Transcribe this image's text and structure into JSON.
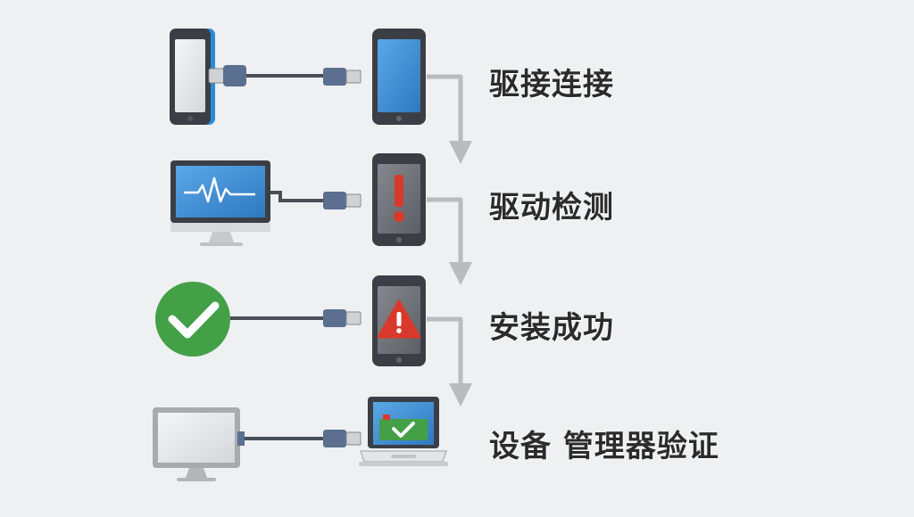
{
  "steps": [
    {
      "label": "驱接连接",
      "left_icon": "smartphone-blue-icon",
      "right_icon": "smartphone-blank-icon"
    },
    {
      "label": "驱动检测",
      "left_icon": "monitor-heartbeat-icon",
      "right_icon": "smartphone-exclamation-icon"
    },
    {
      "label": "安装成功",
      "left_icon": "green-checkmark-circle-icon",
      "right_icon": "smartphone-warning-triangle-icon"
    },
    {
      "label": "设备 管理器验证",
      "left_icon": "monitor-blank-icon",
      "right_icon": "laptop-check-icon"
    }
  ],
  "colors": {
    "background": "#eef0f2",
    "cable": "#4a4f57",
    "usb_plug": "#5b6f90",
    "phone_body": "#3b3f45",
    "screen_blue": "#3f8fd1",
    "screen_gray": "#6d7176",
    "alert_red": "#d9392b",
    "check_green": "#43a047",
    "arrow_gray": "#b9bcbf"
  }
}
